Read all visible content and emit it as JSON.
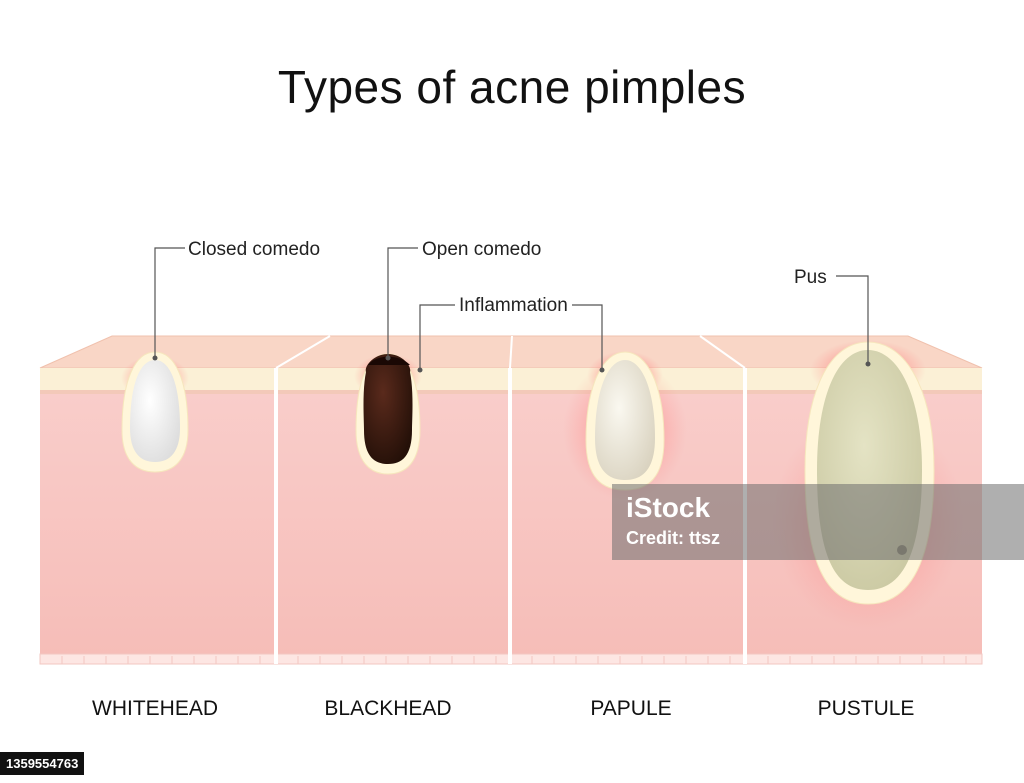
{
  "title": "Types of acne pimples",
  "callouts": {
    "closed_comedo": "Closed comedo",
    "open_comedo": "Open comedo",
    "inflammation": "Inflammation",
    "pus": "Pus"
  },
  "types": [
    "WHITEHEAD",
    "BLACKHEAD",
    "PAPULE",
    "PUSTULE"
  ],
  "watermark": {
    "brand": "iStock",
    "credit": "Credit: ttsz"
  },
  "stock_id": "1359554763",
  "colors": {
    "skin_top": "#f8cfbf",
    "epidermis": "#fbeed4",
    "dermis": "#f8c8c4",
    "follicle_wall": "#fff6dc",
    "whitehead_fill": "#f2f2f0",
    "blackhead_fill": "#3a1a12",
    "papule_fill": "#ece6d6",
    "pus_fill": "#d7d6b4",
    "inflammation": "#ff5c5c"
  }
}
